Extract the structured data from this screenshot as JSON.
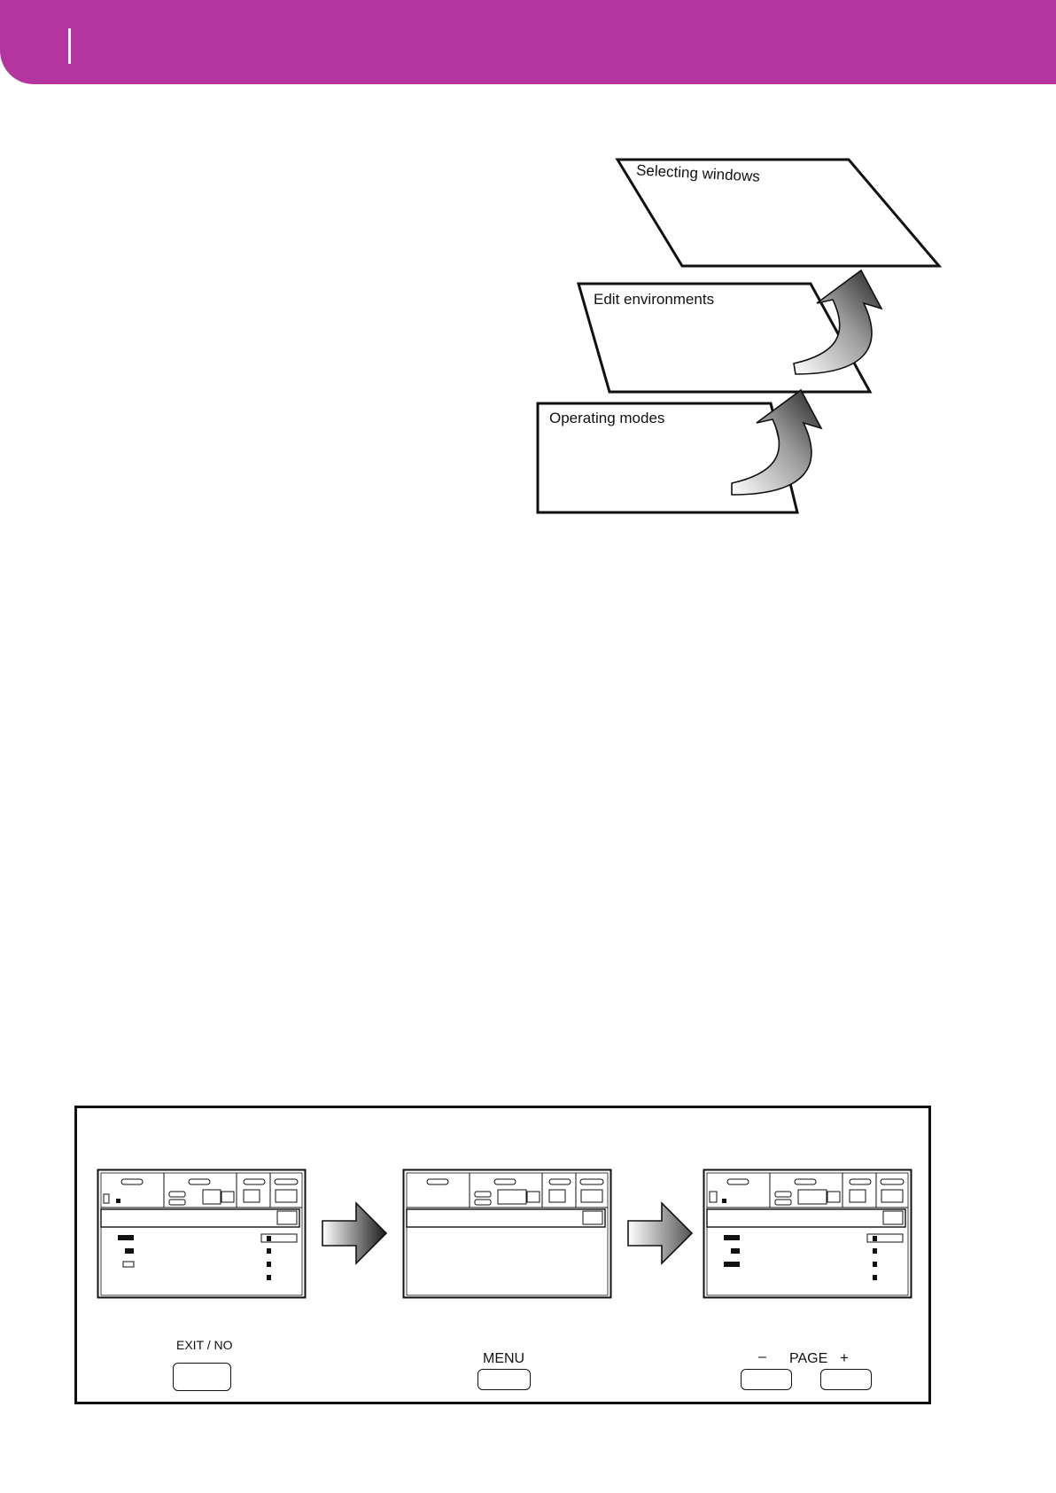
{
  "colors": {
    "header": "#b535a0",
    "ink": "#111111"
  },
  "layers": [
    {
      "label": "Selecting windows"
    },
    {
      "label": "Edit environments"
    },
    {
      "label": "Operating modes"
    }
  ],
  "buttons": {
    "exit": {
      "label": "EXIT / NO"
    },
    "menu": {
      "label": "MENU"
    },
    "page": {
      "label": "PAGE",
      "minus": "–",
      "plus": "+"
    }
  }
}
